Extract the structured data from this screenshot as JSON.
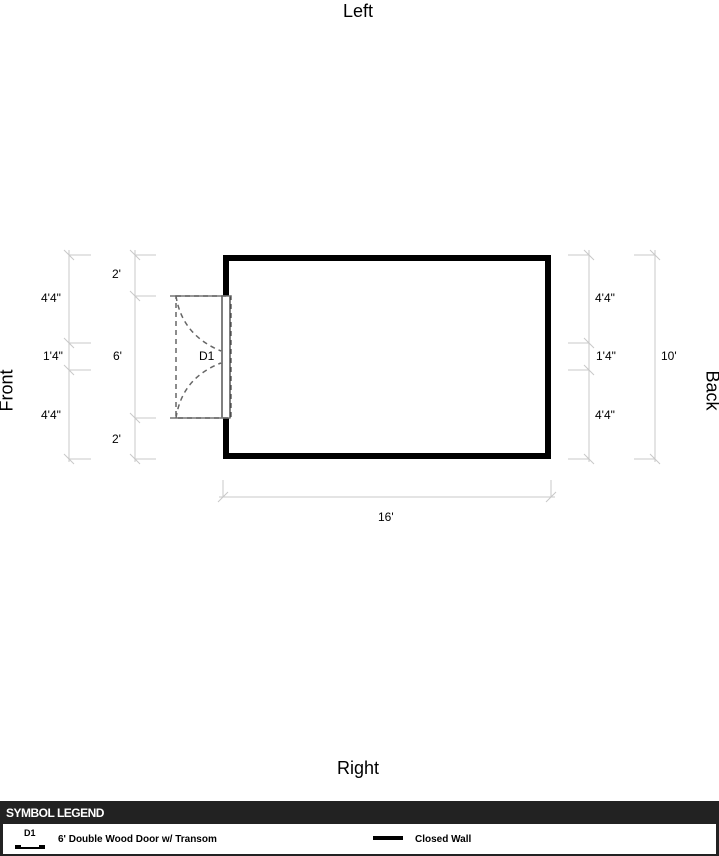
{
  "sides": {
    "top": "Left",
    "bottom": "Right",
    "left": "Front",
    "right": "Back"
  },
  "dimensions": {
    "front_outer": [
      "4'4\"",
      "1'4\"",
      "4'4\""
    ],
    "front_inner": [
      "2'",
      "6'",
      "2'"
    ],
    "back_inner": [
      "4'4\"",
      "1'4\"",
      "4'4\""
    ],
    "back_outer": "10'",
    "length": "16'"
  },
  "door_tag": "D1",
  "legend": {
    "title": "SYMBOL LEGEND",
    "items": [
      {
        "tag": "D1",
        "label": "6' Double Wood Door w/ Transom"
      },
      {
        "label": "Closed Wall"
      }
    ]
  }
}
